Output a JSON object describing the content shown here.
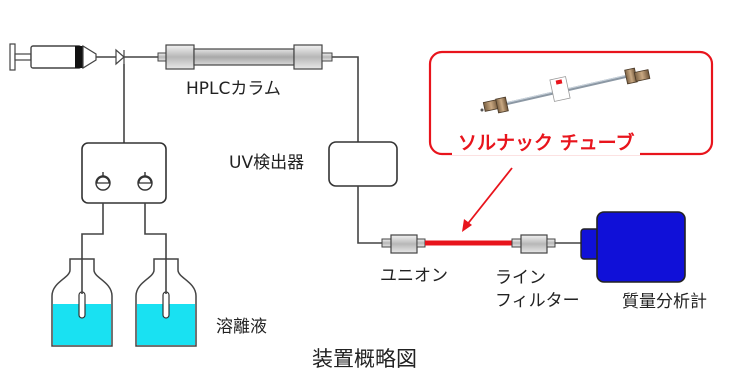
{
  "labels": {
    "hplc_column": "HPLCカラム",
    "uv_detector": "UV検出器",
    "union": "ユニオン",
    "line_filter_line1": "ライン",
    "line_filter_line2": "フィルター",
    "mass_spec": "質量分析計",
    "eluent": "溶離液",
    "highlight": "ソルナック チューブ",
    "caption": "装置概略図"
  },
  "colors": {
    "highlight_red": "#e8141c",
    "tube_red": "#e8141c",
    "mass_spec_blue": "#1010d8",
    "eluent_cyan": "#19e1f2",
    "pipe": "#333333"
  }
}
